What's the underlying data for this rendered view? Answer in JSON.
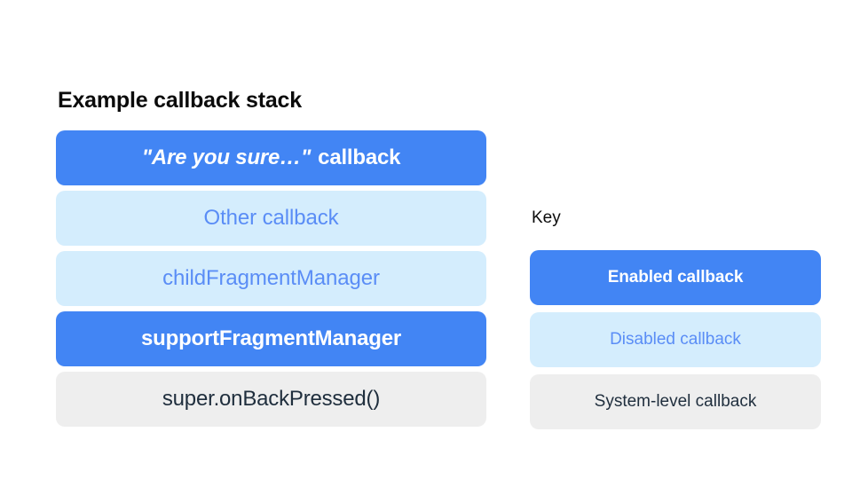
{
  "colors": {
    "background": "#ffffff",
    "enabled_fill": "#4285f4",
    "enabled_text": "#ffffff",
    "disabled_fill": "#d4edfd",
    "disabled_text": "#5a8df6",
    "system_fill": "#eeeeee",
    "system_text": "#1f2e3d",
    "heading_text": "#0b0b0b"
  },
  "stack": {
    "title": "Example callback stack",
    "rows": [
      {
        "label": "\"Are you sure…\" callback",
        "quoted_part": "\"Are you sure…\"",
        "tail_part": "callback",
        "state": "enabled"
      },
      {
        "label": "Other callback",
        "state": "disabled"
      },
      {
        "label": "childFragmentManager",
        "state": "disabled"
      },
      {
        "label": "supportFragmentManager",
        "state": "enabled"
      },
      {
        "label": "super.onBackPressed()",
        "state": "system"
      }
    ]
  },
  "key": {
    "title": "Key",
    "rows": [
      {
        "label": "Enabled callback",
        "state": "enabled"
      },
      {
        "label": "Disabled callback",
        "state": "disabled"
      },
      {
        "label": "System-level callback",
        "state": "system"
      }
    ]
  }
}
